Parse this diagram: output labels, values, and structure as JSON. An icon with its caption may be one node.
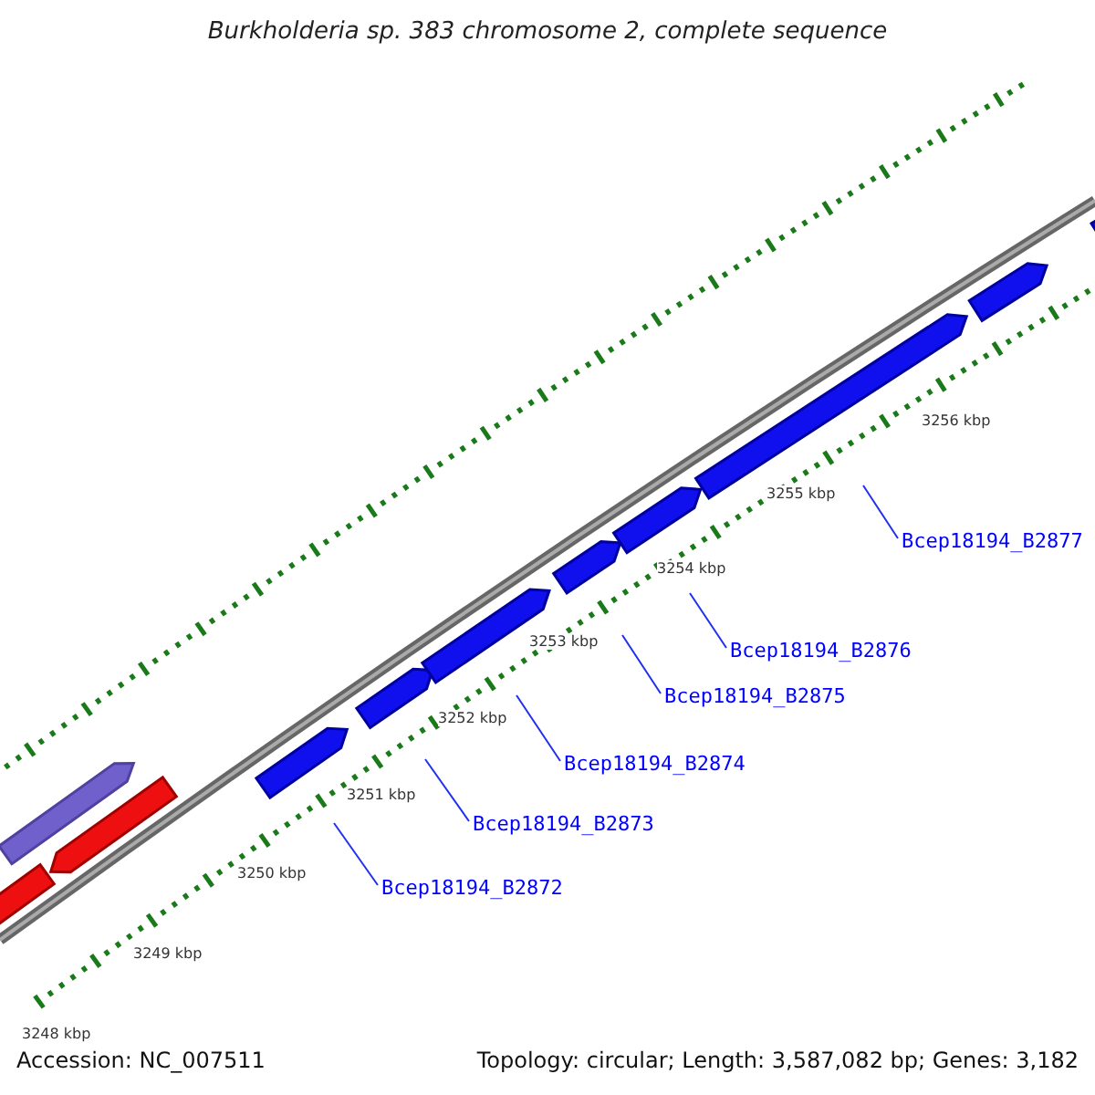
{
  "diagram": {
    "title": "Burkholderia sp. 383 chromosome 2, complete sequence",
    "nodes": [
      {
        "text": [
          "Bcep18194_B2872"
        ]
      },
      {
        "text": [
          "Bcep18194_B2873"
        ]
      },
      {
        "text": [
          "Bcep18194_B2874"
        ]
      },
      {
        "text": [
          "Bcep18194_B2875"
        ]
      },
      {
        "text": [
          "Bcep18194_B2876"
        ]
      },
      {
        "text": [
          "Bcep18194_B2877"
        ]
      }
    ],
    "edges": [
      {
        "from": 0,
        "to": null,
        "arrow": "none"
      },
      {
        "from": 1,
        "to": null,
        "arrow": "none"
      },
      {
        "from": 2,
        "to": null,
        "arrow": "none"
      },
      {
        "from": 3,
        "to": null,
        "arrow": "none"
      },
      {
        "from": 4,
        "to": null,
        "arrow": "none"
      },
      {
        "from": 5,
        "to": null,
        "arrow": "none"
      }
    ],
    "labels": [
      "3256 kbp",
      "3255 kbp",
      "3254 kbp",
      "3253 kbp",
      "3252 kbp",
      "3251 kbp",
      "3250 kbp",
      "3249 kbp",
      "3248 kbp",
      "Accession: NC_007511",
      "Topology: circular; Length: 3,587,082 bp; Genes: 3,182"
    ]
  }
}
